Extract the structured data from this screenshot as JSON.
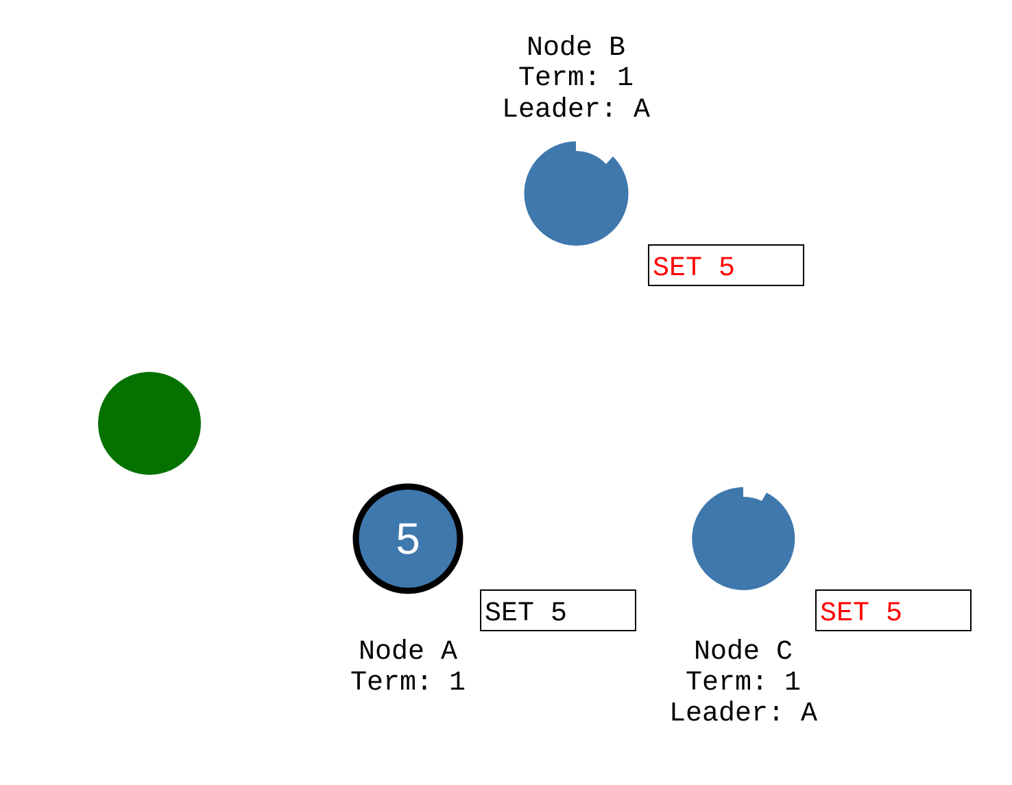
{
  "colors": {
    "node_fill": "#3f78ad",
    "client_fill": "#057200",
    "leader_stroke": "#000000",
    "uncommitted_text": "#ff0000",
    "committed_text": "#000000"
  },
  "client": {
    "shape": "circle"
  },
  "nodes": {
    "b": {
      "name": "Node B",
      "term": "Term: 1",
      "leader": "Leader: A",
      "log_entry": "SET 5",
      "log_committed": false
    },
    "a": {
      "name": "Node A",
      "term": "Term: 1",
      "value": "5",
      "log_entry": "SET 5",
      "log_committed": true,
      "is_leader": true
    },
    "c": {
      "name": "Node C",
      "term": "Term: 1",
      "leader": "Leader: A",
      "log_entry": "SET 5",
      "log_committed": false
    }
  }
}
